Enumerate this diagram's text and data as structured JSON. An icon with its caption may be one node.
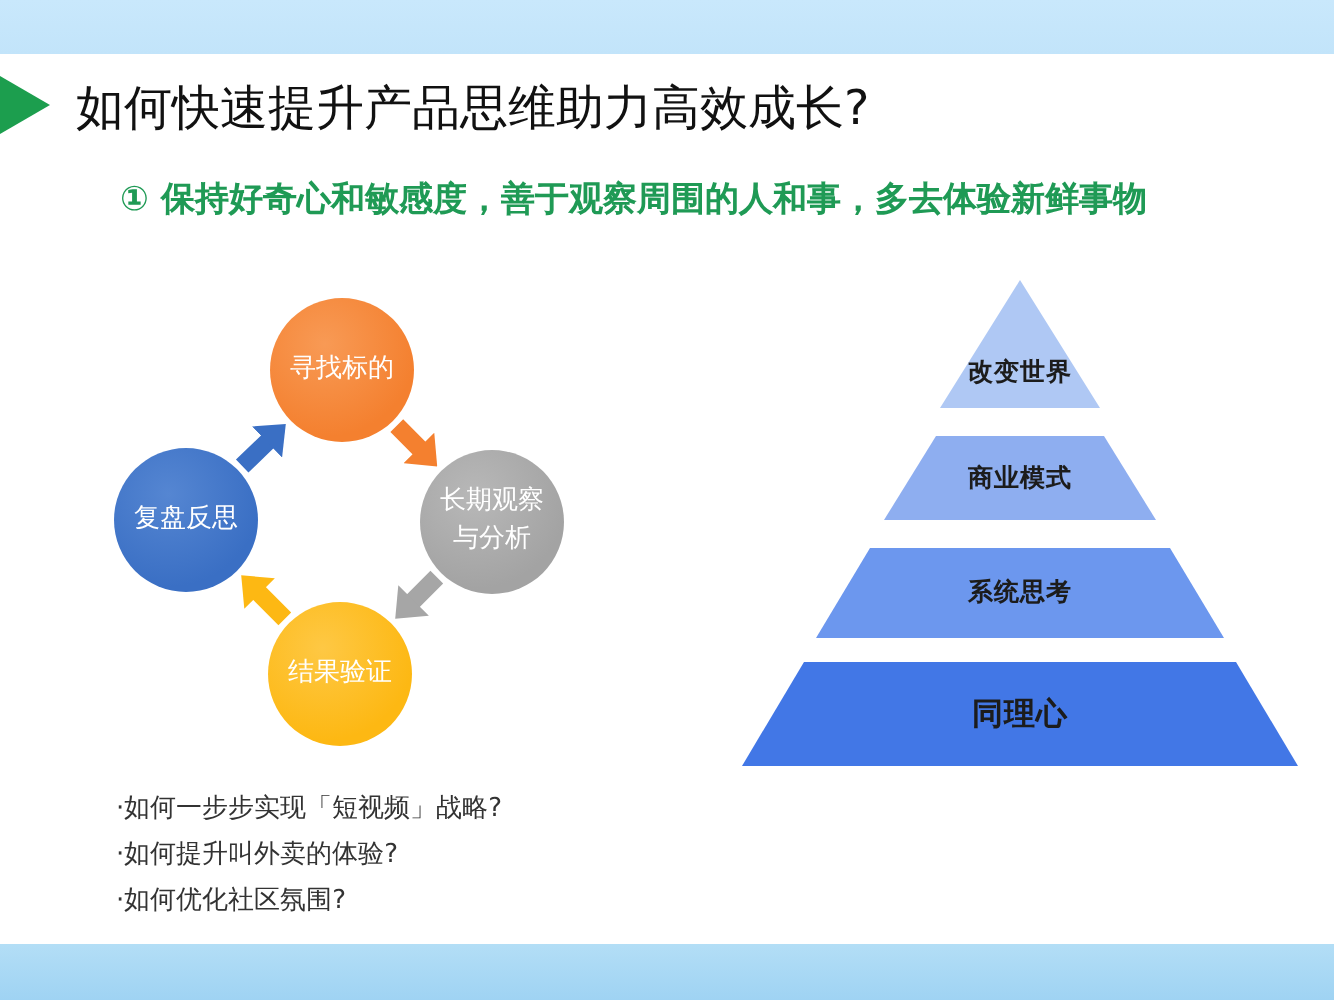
{
  "diagram": {
    "title": "如何快速提升产品思维助力高效成长?",
    "nodes": [
      {
        "text": [
          "寻找标的"
        ]
      },
      {
        "text": [
          "长期观察与分析"
        ]
      },
      {
        "text": [
          "结果验证"
        ]
      },
      {
        "text": [
          "复盘反思"
        ]
      },
      {
        "text": [
          "改变世界"
        ]
      },
      {
        "text": [
          "商业模式"
        ]
      },
      {
        "text": [
          "系统思考"
        ]
      },
      {
        "text": [
          "同理心"
        ]
      }
    ],
    "edges": [
      {
        "from": 0,
        "to": 1,
        "arrow": "to",
        "color": "#f4802f"
      },
      {
        "from": 1,
        "to": 2,
        "arrow": "to",
        "color": "#a6a6a6"
      },
      {
        "from": 2,
        "to": 3,
        "arrow": "to",
        "color": "#fdb813"
      },
      {
        "from": 3,
        "to": 0,
        "arrow": "to",
        "color": "#3a6fc4"
      }
    ],
    "labels": [
      "① 保持好奇心和敏感度，善于观察周围的人和事，多去体验新鲜事物",
      "·如何一步步实现「短视频」战略?",
      "·如何提升叫外卖的体验?",
      "·如何优化社区氛围?"
    ]
  }
}
